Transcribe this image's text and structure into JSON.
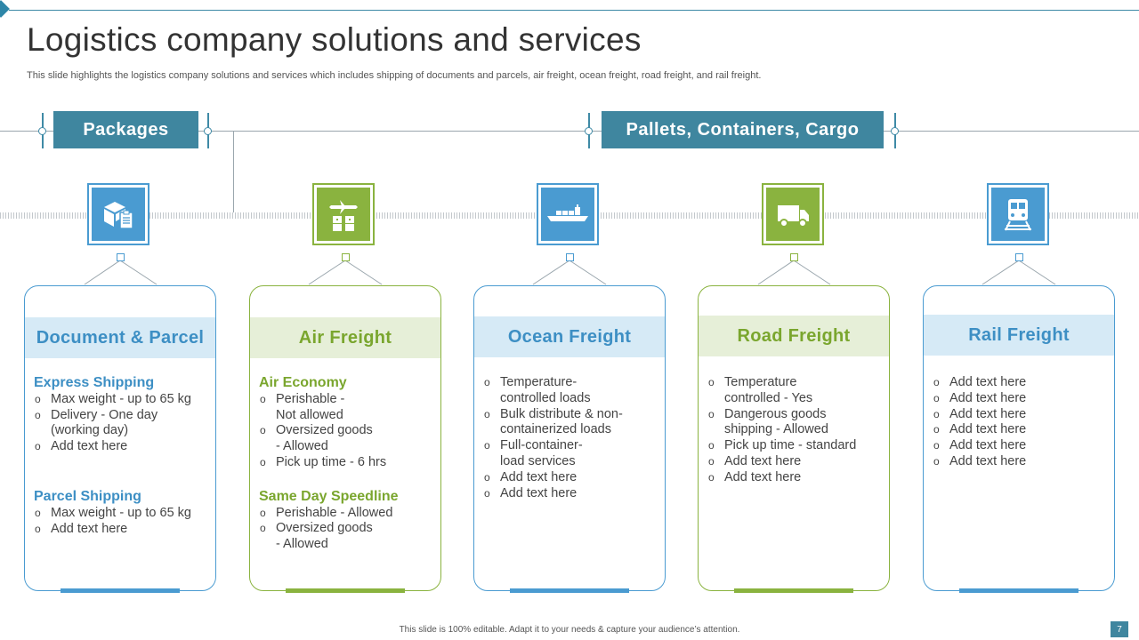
{
  "title": "Logistics company solutions and services",
  "subtitle": "This slide highlights the logistics company solutions and services which includes shipping of documents and parcels, air freight, ocean freight, road freight, and rail freight.",
  "banners": {
    "left": "Packages",
    "right": "Pallets, Containers, Cargo"
  },
  "colors": {
    "blue": "#4a9bd1",
    "green": "#8ab33f",
    "teal": "#3f869f",
    "blueHead": "#d6eaf6",
    "greenHead": "#e6efd8"
  },
  "cards": [
    {
      "title": "Document & Parcel",
      "icon": "package-clipboard-icon",
      "sections": [
        {
          "heading": "Express Shipping",
          "items": [
            "Max weight - up to 65 kg",
            "Delivery - One day (working day)",
            "Add text here"
          ]
        },
        {
          "heading": "Parcel Shipping",
          "items": [
            "Max weight - up to 65 kg",
            "Add text here"
          ]
        }
      ]
    },
    {
      "title": "Air Freight",
      "icon": "airplane-boxes-icon",
      "sections": [
        {
          "heading": "Air Economy",
          "items": [
            "Perishable - Not allowed",
            "Oversized goods - Allowed",
            "Pick up time - 6 hrs"
          ]
        },
        {
          "heading": "Same Day Speedline",
          "items": [
            "Perishable - Allowed",
            "Oversized goods - Allowed"
          ]
        }
      ]
    },
    {
      "title": "Ocean Freight",
      "icon": "cargo-ship-icon",
      "items": [
        "Temperature-controlled loads",
        "Bulk distribute & non-containerized loads",
        "Full-container-load services",
        "Add text here",
        "Add text here"
      ]
    },
    {
      "title": "Road Freight",
      "icon": "truck-icon",
      "items": [
        "Temperature controlled - Yes",
        "Dangerous goods shipping - Allowed",
        "Pick up time - standard",
        "Add text here",
        "Add text here"
      ]
    },
    {
      "title": "Rail Freight",
      "icon": "train-icon",
      "items": [
        "Add text here",
        "Add text here",
        "Add text here",
        "Add text here",
        "Add text here",
        "Add text here"
      ]
    }
  ],
  "footer": "This slide is 100% editable.  Adapt it to your needs & capture your audience’s attention.",
  "page_number": "7"
}
